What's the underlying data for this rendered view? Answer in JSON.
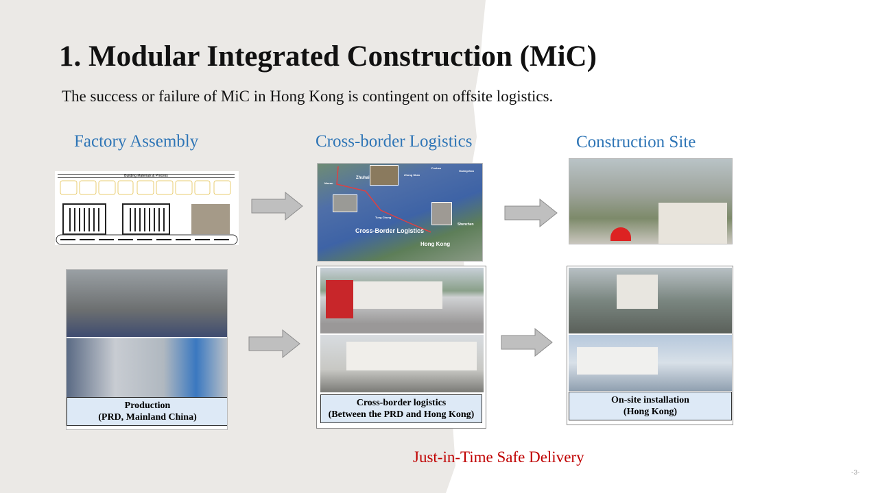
{
  "title": "1. Modular Integrated Construction (MiC)",
  "subtitle": "The success or failure of MiC in Hong Kong is contingent on offsite logistics.",
  "columns": [
    {
      "label": "Factory Assembly"
    },
    {
      "label": "Cross-border Logistics"
    },
    {
      "label": "Construction Site"
    }
  ],
  "factory_diagram": {
    "heading": "Building Materials & Process"
  },
  "map": {
    "labels": {
      "title": "Cross-Border Logistics",
      "hk": "Hong Kong",
      "zhuhai": "Zhuhai",
      "macau": "Macau",
      "zhongshan": "Zhong Shan",
      "foshan": "Foshan",
      "guangzhou": "Guangzhou",
      "shenzhen": "Shenzhen",
      "tungchung": "Tung Chung"
    }
  },
  "captions": {
    "production": [
      "Production",
      "(PRD, Mainland China)"
    ],
    "logistics": [
      "Cross-border logistics",
      "(Between the PRD and Hong Kong)"
    ],
    "installation": [
      "On-site installation",
      "(Hong Kong)"
    ]
  },
  "footer": {
    "jit": "Just-in-Time Safe Delivery",
    "page": "-3-"
  },
  "colors": {
    "accent": "#2e75b6",
    "highlight": "#c00000",
    "caption_bg": "#dde9f6",
    "panel": "#ebe9e6"
  }
}
